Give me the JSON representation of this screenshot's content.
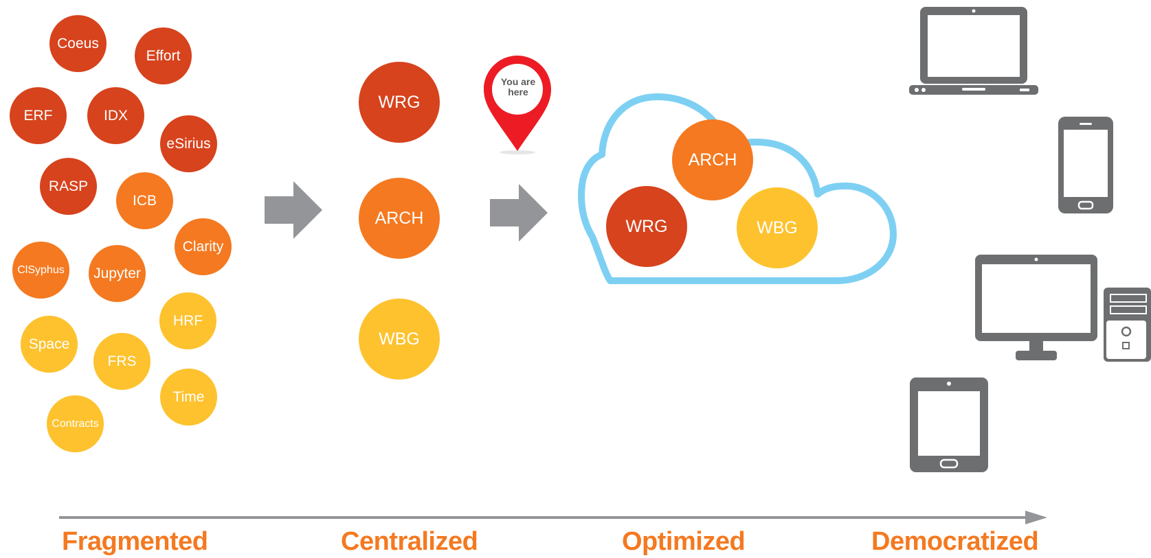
{
  "fragmented_systems": [
    {
      "label": "Coeus",
      "tone": "red"
    },
    {
      "label": "Effort",
      "tone": "red"
    },
    {
      "label": "ERF",
      "tone": "red"
    },
    {
      "label": "IDX",
      "tone": "red"
    },
    {
      "label": "eSirius",
      "tone": "red"
    },
    {
      "label": "RASP",
      "tone": "red"
    },
    {
      "label": "ICB",
      "tone": "orange"
    },
    {
      "label": "Clarity",
      "tone": "orange"
    },
    {
      "label": "ClSyphus",
      "tone": "orange"
    },
    {
      "label": "Jupyter",
      "tone": "orange"
    },
    {
      "label": "HRF",
      "tone": "yellow"
    },
    {
      "label": "Space",
      "tone": "yellow"
    },
    {
      "label": "FRS",
      "tone": "yellow"
    },
    {
      "label": "Time",
      "tone": "yellow"
    },
    {
      "label": "Contracts",
      "tone": "yellow"
    }
  ],
  "centralized_systems": [
    {
      "label": "WRG",
      "tone": "red"
    },
    {
      "label": "ARCH",
      "tone": "orange"
    },
    {
      "label": "WBG",
      "tone": "yellow"
    }
  ],
  "cloud_systems": [
    {
      "label": "ARCH",
      "tone": "orange"
    },
    {
      "label": "WRG",
      "tone": "red"
    },
    {
      "label": "WBG",
      "tone": "yellow"
    }
  ],
  "location_pin": {
    "line1": "You are",
    "line2": "here"
  },
  "stages": {
    "fragmented": "Fragmented",
    "centralized": "Centralized",
    "optimized": "Optimized",
    "democratized": "Democratized"
  },
  "devices": [
    "laptop-icon",
    "phone-icon",
    "desktop-icon",
    "tower-icon",
    "tablet-icon"
  ],
  "colors": {
    "red": "#d6431d",
    "orange": "#f47920",
    "yellow": "#fdc22e",
    "cloud": "#7ed0f3",
    "arrow": "#939598",
    "pin": "#ed1c24",
    "device": "#6d6e70",
    "label": "#f47920"
  }
}
